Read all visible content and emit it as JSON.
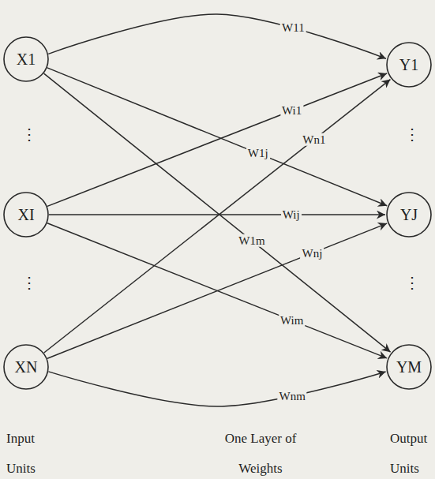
{
  "diagram": {
    "nodes": [
      {
        "text": [
          "X1"
        ]
      },
      {
        "text": [
          "XI"
        ]
      },
      {
        "text": [
          "XN"
        ]
      },
      {
        "text": [
          "Y1"
        ]
      },
      {
        "text": [
          "YJ"
        ]
      },
      {
        "text": [
          "YM"
        ]
      }
    ],
    "edges": [
      {
        "from": 0,
        "to": 3,
        "arrow": "to",
        "label": "W11"
      },
      {
        "from": 0,
        "to": 4,
        "arrow": "to",
        "label": "W1j"
      },
      {
        "from": 0,
        "to": 5,
        "arrow": "to",
        "label": "W1m"
      },
      {
        "from": 1,
        "to": 3,
        "arrow": "to",
        "label": "Wi1"
      },
      {
        "from": 1,
        "to": 4,
        "arrow": "to",
        "label": "Wij"
      },
      {
        "from": 1,
        "to": 5,
        "arrow": "to",
        "label": "Wim"
      },
      {
        "from": 2,
        "to": 3,
        "arrow": "to",
        "label": "Wn1"
      },
      {
        "from": 2,
        "to": 4,
        "arrow": "to",
        "label": "Wnj"
      },
      {
        "from": 2,
        "to": 5,
        "arrow": "to",
        "label": "Wnm"
      }
    ],
    "labels": [
      "⋮",
      "⋮",
      "⋮",
      "⋮",
      "Input Units",
      "One Layer of Weights",
      "Output Units"
    ]
  }
}
